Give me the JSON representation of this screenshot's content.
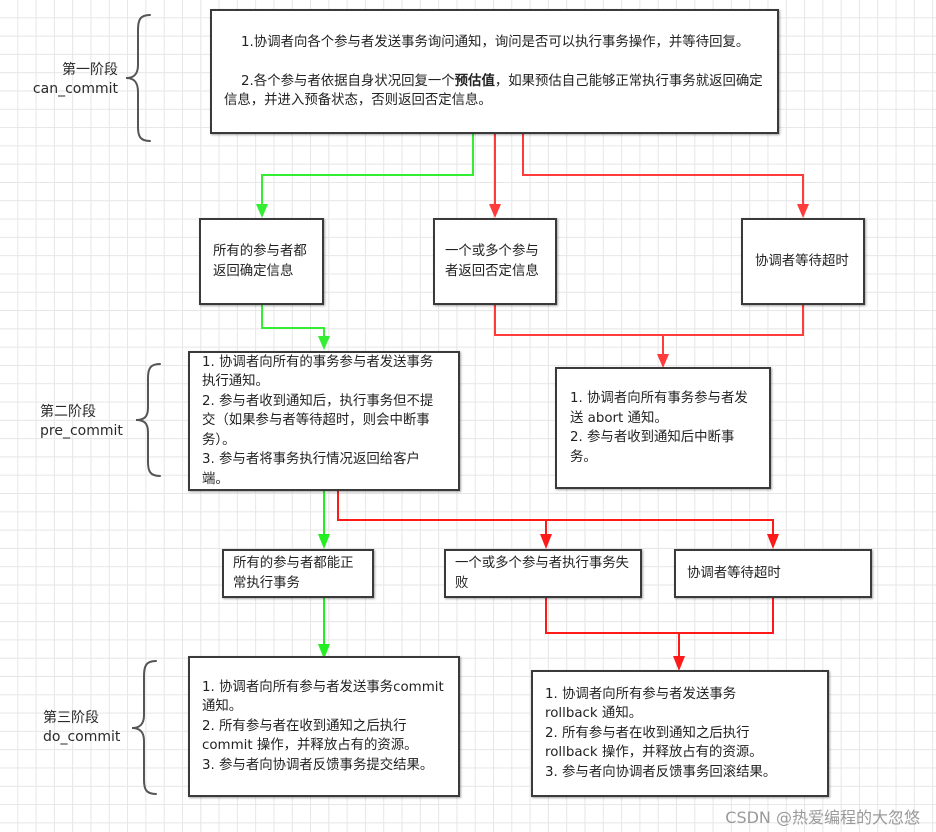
{
  "phases": [
    {
      "name": "第一阶段",
      "code": "can_commit"
    },
    {
      "name": "第二阶段",
      "code": "pre_commit"
    },
    {
      "name": "第三阶段",
      "code": "do_commit"
    }
  ],
  "nodes": {
    "phase1_main": {
      "line1": "1.协调者向各个参与者发送事务询问通知，询问是否可以执行事务操作，并等待回复。",
      "line2_pre": "2.各个参与者依据自身状况回复一个",
      "line2_bold": "预估值",
      "line2_post": "，如果预估自己能够正常执行事务就返回确定信息，并进入预备状态，否则返回否定信息。"
    },
    "all_confirm": "所有的参与者都返回确定信息",
    "some_negative": "一个或多个参与者返回否定信息",
    "coord_timeout_1": "协调者等待超时",
    "phase2_main": "1. 协调者向所有的事务参与者发送事务执行通知。\n2. 参与者收到通知后，执行事务但不提交（如果参与者等待超时，则会中断事务）。\n3. 参与者将事务执行情况返回给客户端。",
    "abort_box": "1. 协调者向所有事务参与者发送 abort 通知。\n2. 参与者收到通知后中断事务。",
    "all_exec_ok": "所有的参与者都能正常执行事务",
    "some_exec_fail": "一个或多个参与者执行事务失败",
    "coord_timeout_2": "协调者等待超时",
    "commit_box": "1. 协调者向所有参与者发送事务commit 通知。\n2. 所有参与者在收到通知之后执行commit 操作，并释放占有的资源。\n3. 参与者向协调者反馈事务提交结果。",
    "rollback_box": "1. 协调者向所有参与者发送事务\nrollback 通知。\n2. 所有参与者在收到通知之后执行\nrollback 操作，并释放占有的资源。\n3. 参与者向协调者反馈事务回滚结果。"
  },
  "colors": {
    "success_path": "#22ee22",
    "failure_path": "#ff3333",
    "box_border": "#3a3a3a"
  },
  "watermark": "CSDN @热爱编程的大忽悠"
}
